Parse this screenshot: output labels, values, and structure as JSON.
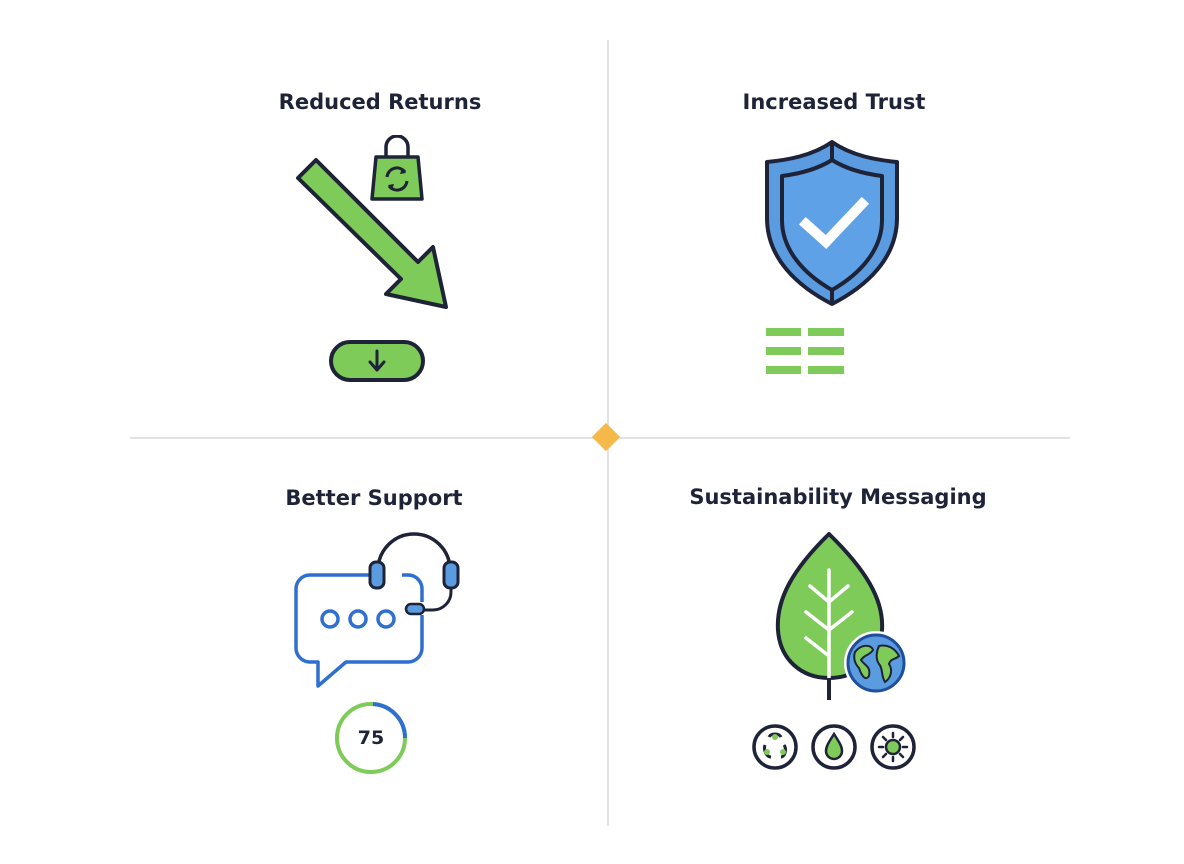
{
  "quadrants": [
    {
      "title": "Reduced Returns",
      "icons": [
        "arrow-down-right-icon",
        "shopping-bag-refresh-icon",
        "download-pill-icon"
      ]
    },
    {
      "title": "Increased Trust",
      "icons": [
        "shield-check-icon",
        "list-grid-icon"
      ]
    },
    {
      "title": "Better Support",
      "icons": [
        "chat-bubble-headset-icon",
        "progress-ring-icon"
      ],
      "score": "75"
    },
    {
      "title": "Sustainability Messaging",
      "icons": [
        "leaf-icon",
        "globe-icon",
        "recycle-icon",
        "water-drop-icon",
        "sun-icon"
      ]
    }
  ],
  "colors": {
    "green": "#7ecb5a",
    "blue": "#5b9be0",
    "dark": "#1f2338",
    "accent": "#f5b94a",
    "divider": "#e2e2e2"
  }
}
